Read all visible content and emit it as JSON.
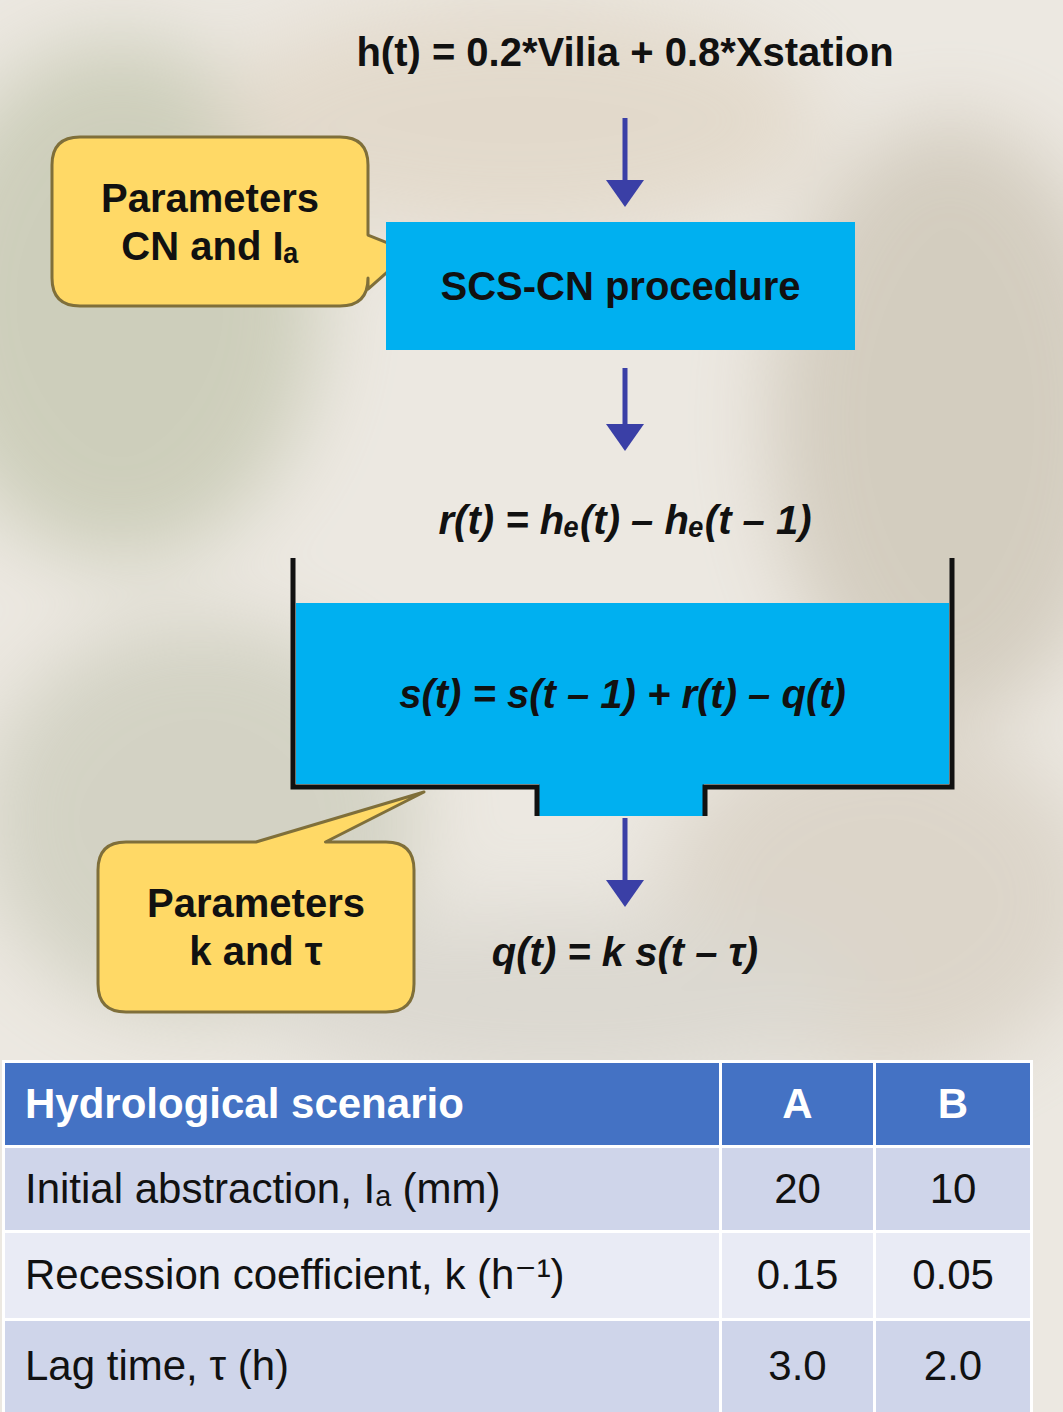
{
  "diagram": {
    "nodes": [
      {
        "text": [
          "Parameters CN and Iₐ"
        ]
      },
      {
        "text": [
          "SCS-CN procedure"
        ]
      },
      {
        "text": [
          "s(t) = s(t – 1) + r(t) – q(t)"
        ]
      },
      {
        "text": [
          "Parameters k and τ"
        ]
      }
    ],
    "labels": [
      "h(t) = 0.2*Vilia + 0.8*Xstation",
      "r(t) = hₑ(t) – hₑ(t – 1)",
      "q(t) = k s(t – τ)",
      "Hydrological scenario",
      "A",
      "B",
      "Initial abstraction, Iₐ (mm)",
      "20",
      "10",
      "Recession coefficient, k (h⁻¹)",
      "0.15",
      "0.05",
      "Lag time, τ (h)",
      "3.0",
      "2.0"
    ]
  }
}
